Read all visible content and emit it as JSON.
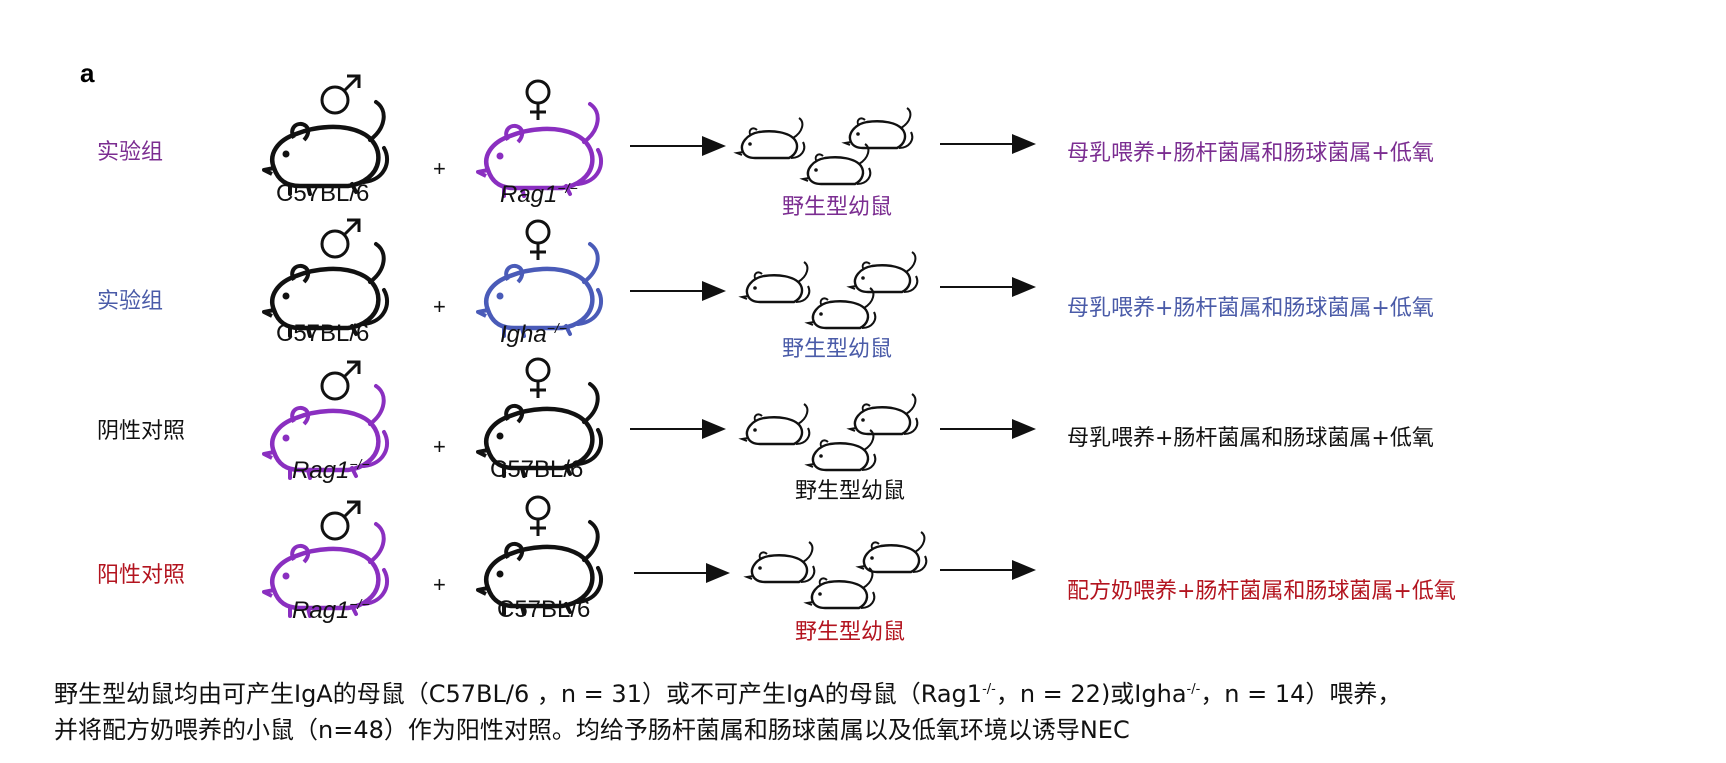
{
  "panel_label": "a",
  "rows": [
    {
      "group": "实验组",
      "group_color": "#7b2d91",
      "male": {
        "strain": "C57BL/6",
        "italic": false,
        "color": "#111111"
      },
      "female": {
        "strain": "Rag1",
        "sup": "−/−",
        "italic": true,
        "color": "#8a2fc0"
      },
      "plus": "+",
      "pups": "野生型幼鼠",
      "pups_color": "#7b2d91",
      "treatment": "母乳喂养+肠杆菌属和肠球菌属+低氧",
      "treatment_color": "#7b2d91"
    },
    {
      "group": "实验组",
      "group_color": "#4a5ba8",
      "male": {
        "strain": "C57BL/6",
        "italic": false,
        "color": "#111111"
      },
      "female": {
        "strain": "Igha",
        "sup": "−/−",
        "italic": true,
        "color": "#4a5bb8"
      },
      "plus": "+",
      "pups": "野生型幼鼠",
      "pups_color": "#4a5ba8",
      "treatment": "母乳喂养+肠杆菌属和肠球菌属+低氧",
      "treatment_color": "#4a5ba8"
    },
    {
      "group": "阴性对照",
      "group_color": "#111111",
      "male": {
        "strain": "Rag1",
        "sup": "−/−",
        "italic": true,
        "color": "#8a2fc0"
      },
      "female": {
        "strain": "C57BL/6",
        "italic": false,
        "color": "#111111"
      },
      "plus": "+",
      "pups": "野生型幼鼠",
      "pups_color": "#111111",
      "treatment": "母乳喂养+肠杆菌属和肠球菌属+低氧",
      "treatment_color": "#111111"
    },
    {
      "group": "阳性对照",
      "group_color": "#b3141f",
      "male": {
        "strain": "Rag1",
        "sup": "−/−",
        "italic": true,
        "color": "#8a2fc0"
      },
      "female": {
        "strain": "C57BL/6",
        "italic": false,
        "color": "#111111"
      },
      "plus": "+",
      "pups": "野生型幼鼠",
      "pups_color": "#b3141f",
      "treatment": "配方奶喂养+肠杆菌属和肠球菌属+低氧",
      "treatment_color": "#b3141f"
    }
  ],
  "symbols": {
    "male": "♂",
    "female": "♀"
  },
  "caption": {
    "line1_a": "野生型幼鼠均由可产生IgA的母鼠（C57BL/6 ，n = 31）或不可产生IgA的母鼠（Rag1",
    "line1_sup1": "-/-",
    "line1_b": "，n = 22)或Igha",
    "line1_sup2": "-/-",
    "line1_c": "，n = 14）喂养，",
    "line2": "并将配方奶喂养的小鼠（n=48）作为阳性对照。均给予肠杆菌属和肠球菌属以及低氧环境以诱导NEC"
  }
}
